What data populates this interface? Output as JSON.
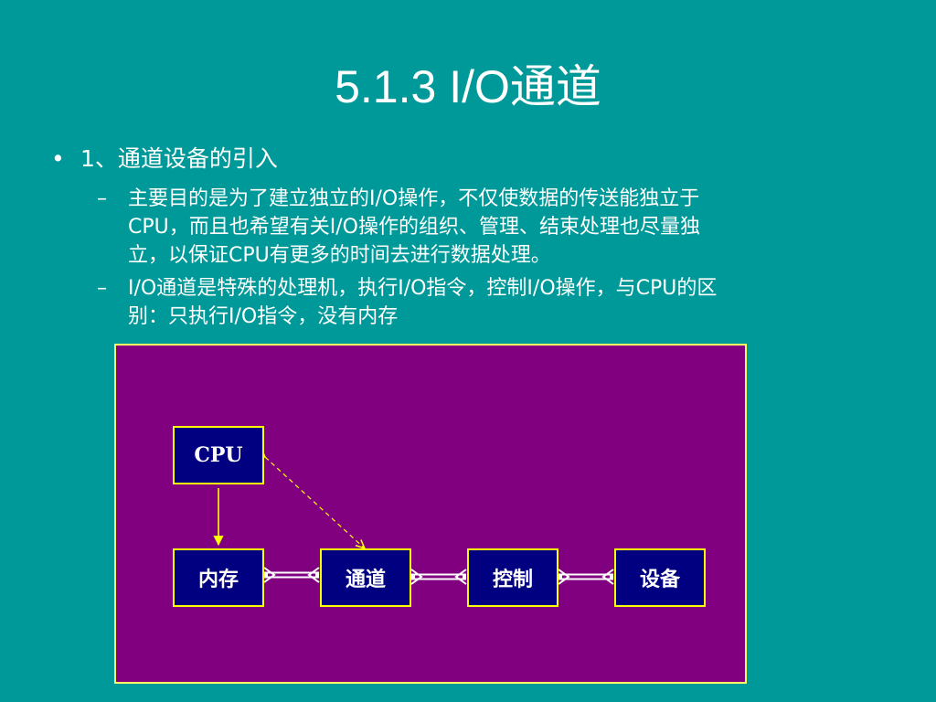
{
  "title": "5.1.3  I/O通道",
  "bullet_marker": "•",
  "dash_marker": "–",
  "level1": "1、通道设备的引入",
  "level2": [
    {
      "lines": [
        "主要目的是为了建立独立的I/O操作，不仅使数据的传送能独立于",
        "CPU，而且也希望有关I/O操作的组织、管理、结束处理也尽量独",
        "立，以保证CPU有更多的时间去进行数据处理。"
      ]
    },
    {
      "lines": [
        "I/O通道是特殊的处理机，执行I/O指令，控制I/O操作，与CPU的区",
        "别：只执行I/O指令，没有内存"
      ]
    }
  ],
  "diagram": {
    "nodes": {
      "cpu": "CPU",
      "memory": "内存",
      "channel": "通道",
      "control": "控制",
      "device": "设备"
    },
    "colors": {
      "panel": "#800080",
      "node_fill": "#000080",
      "line": "#ffff00"
    }
  }
}
